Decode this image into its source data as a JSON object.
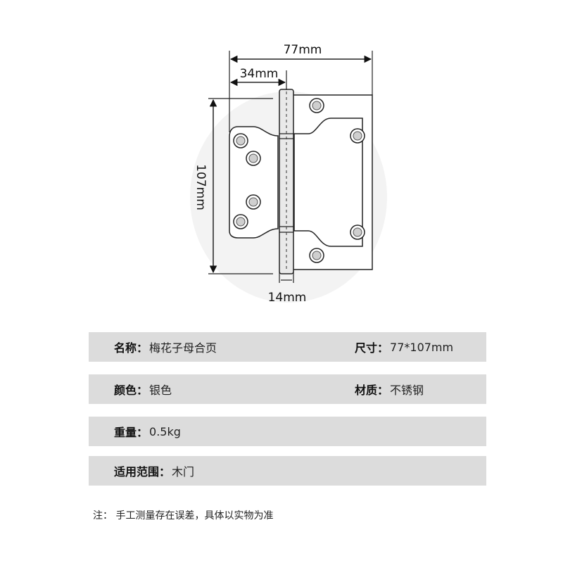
{
  "diagram": {
    "dims": {
      "width_total": "77mm",
      "width_leaf": "34mm",
      "height": "107mm",
      "knuckle": "14mm"
    }
  },
  "specs": [
    {
      "left": {
        "label": "名称",
        "sep": "：",
        "value": "梅花子母合页"
      },
      "right": {
        "label": "尺寸",
        "sep": "：",
        "value": "77*107mm"
      }
    },
    {
      "left": {
        "label": "颜色",
        "sep": "：",
        "value": "银色"
      },
      "right": {
        "label": "材质",
        "sep": "：",
        "value": "不锈钢"
      }
    },
    {
      "left": {
        "label": "重量",
        "sep": "：",
        "value": "0.5kg"
      }
    },
    {
      "left": {
        "label": "适用范围",
        "sep": "：",
        "value": "木门"
      }
    }
  ],
  "note": "注：  手工测量存在误差，具体以实物为准",
  "colors": {
    "row_bg": "#dcdcdc",
    "line": "#111111"
  }
}
